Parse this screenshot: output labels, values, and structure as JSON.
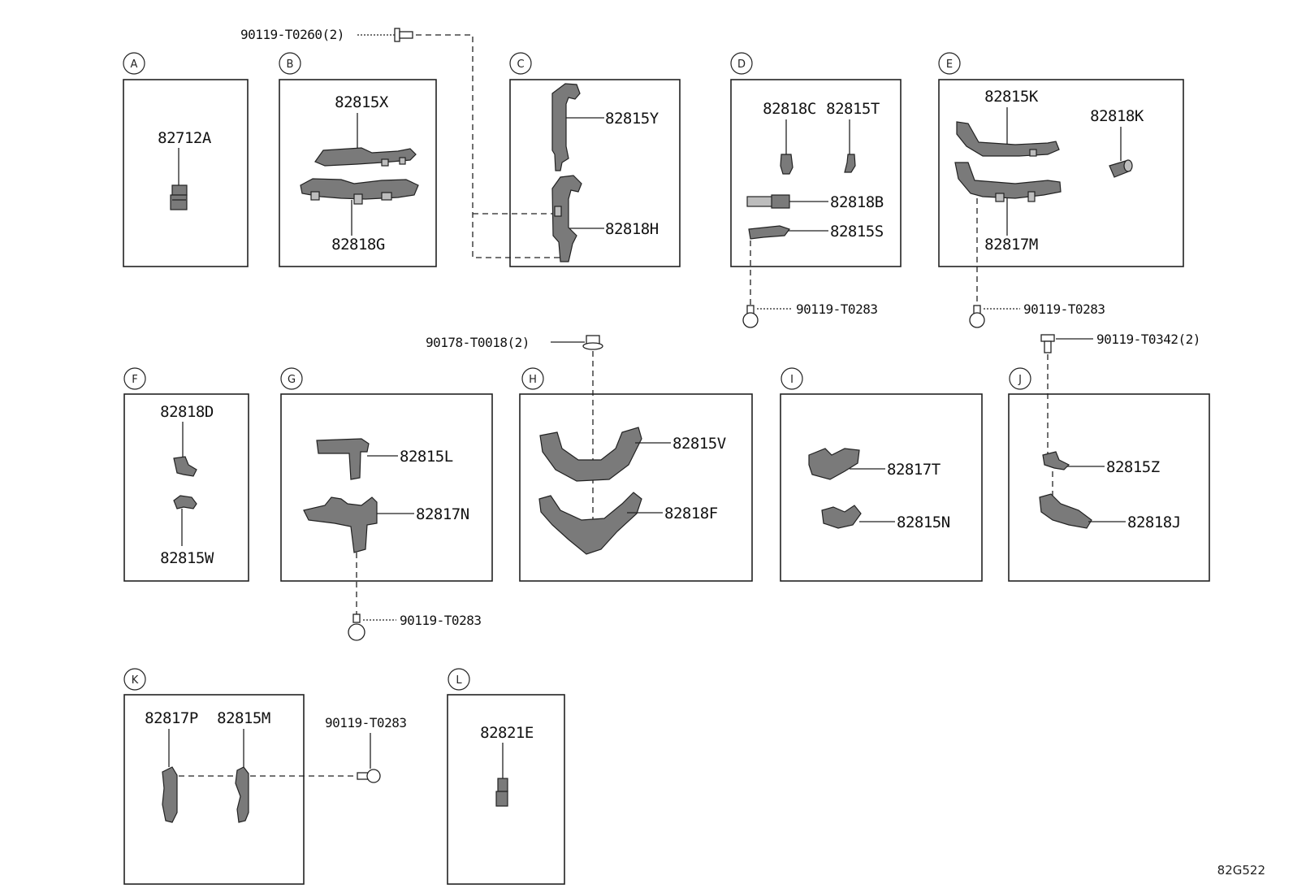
{
  "sections": {
    "A": {
      "letter": "A",
      "parts": [
        "82712A"
      ]
    },
    "B": {
      "letter": "B",
      "parts": [
        "82815X",
        "82818G"
      ]
    },
    "C": {
      "letter": "C",
      "parts": [
        "82815Y",
        "82818H"
      ]
    },
    "D": {
      "letter": "D",
      "parts": [
        "82818C",
        "82815T",
        "82818B",
        "82815S"
      ]
    },
    "E": {
      "letter": "E",
      "parts": [
        "82815K",
        "82818K",
        "82817M"
      ]
    },
    "F": {
      "letter": "F",
      "parts": [
        "82818D",
        "82815W"
      ]
    },
    "G": {
      "letter": "G",
      "parts": [
        "82815L",
        "82817N"
      ]
    },
    "H": {
      "letter": "H",
      "parts": [
        "82815V",
        "82818F"
      ]
    },
    "I": {
      "letter": "I",
      "parts": [
        "82817T",
        "82815N"
      ]
    },
    "J": {
      "letter": "J",
      "parts": [
        "82815Z",
        "82818J"
      ]
    },
    "K": {
      "letter": "K",
      "parts": [
        "82817P",
        "82815M"
      ]
    },
    "L": {
      "letter": "L",
      "parts": [
        "82821E"
      ]
    }
  },
  "fasteners": {
    "bolt_top": "90119-T0260(2)",
    "bolt_d": "90119-T0283",
    "bolt_e": "90119-T0283",
    "nut_h": "90178-T0018(2)",
    "bolt_j": "90119-T0342(2)",
    "bolt_g": "90119-T0283",
    "bolt_k": "90119-T0283"
  },
  "diagram_code": "82G522"
}
